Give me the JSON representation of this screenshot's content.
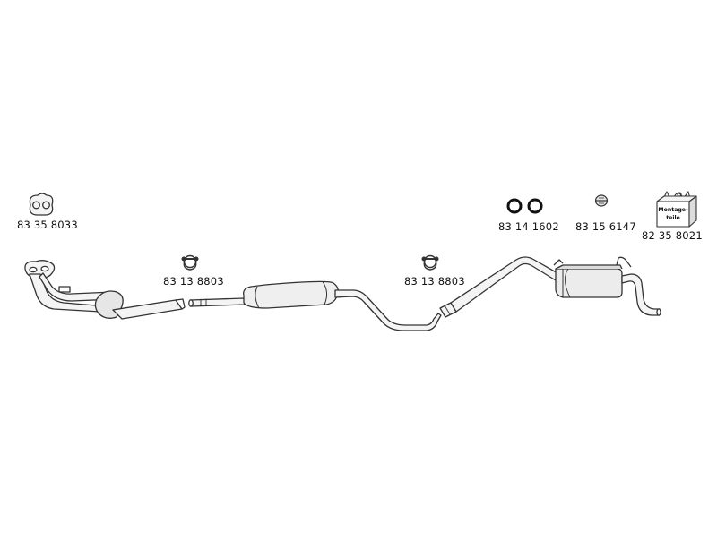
{
  "parts": {
    "gasket": {
      "part_number": "83 35 8033"
    },
    "clamp_front": {
      "part_number": "83 13 8803"
    },
    "clamp_rear": {
      "part_number": "83 13 8803"
    },
    "rings": {
      "part_number": "83 14 1602"
    },
    "hanger": {
      "part_number": "83 15 6147"
    },
    "mounting_kit": {
      "part_number": "82 35 8021",
      "box_text_line1": "Montage-",
      "box_text_line2": "teile"
    }
  },
  "colors": {
    "line": "#333333",
    "fill": "#f4f4f4",
    "shade": "#dcdcdc",
    "background": "#ffffff"
  }
}
